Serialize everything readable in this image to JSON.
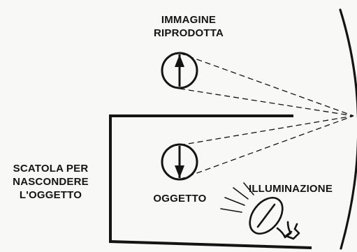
{
  "labels": {
    "reproduced_image": [
      "IMMAGINE",
      "RIPRODOTTA"
    ],
    "box": [
      "SCATOLA PER",
      "NASCONDERE",
      "L'OGGETTO"
    ],
    "object": "OGGETTO",
    "illumination": "ILLUMINAZIONE"
  },
  "colors": {
    "ink": "#141414",
    "background": "#f8f8f6"
  },
  "icons": {
    "mirror": "concave-mirror-arc",
    "image": "upright-arrow-circle",
    "object": "inverted-arrow-circle",
    "lamp": "light-bulb-icon"
  }
}
